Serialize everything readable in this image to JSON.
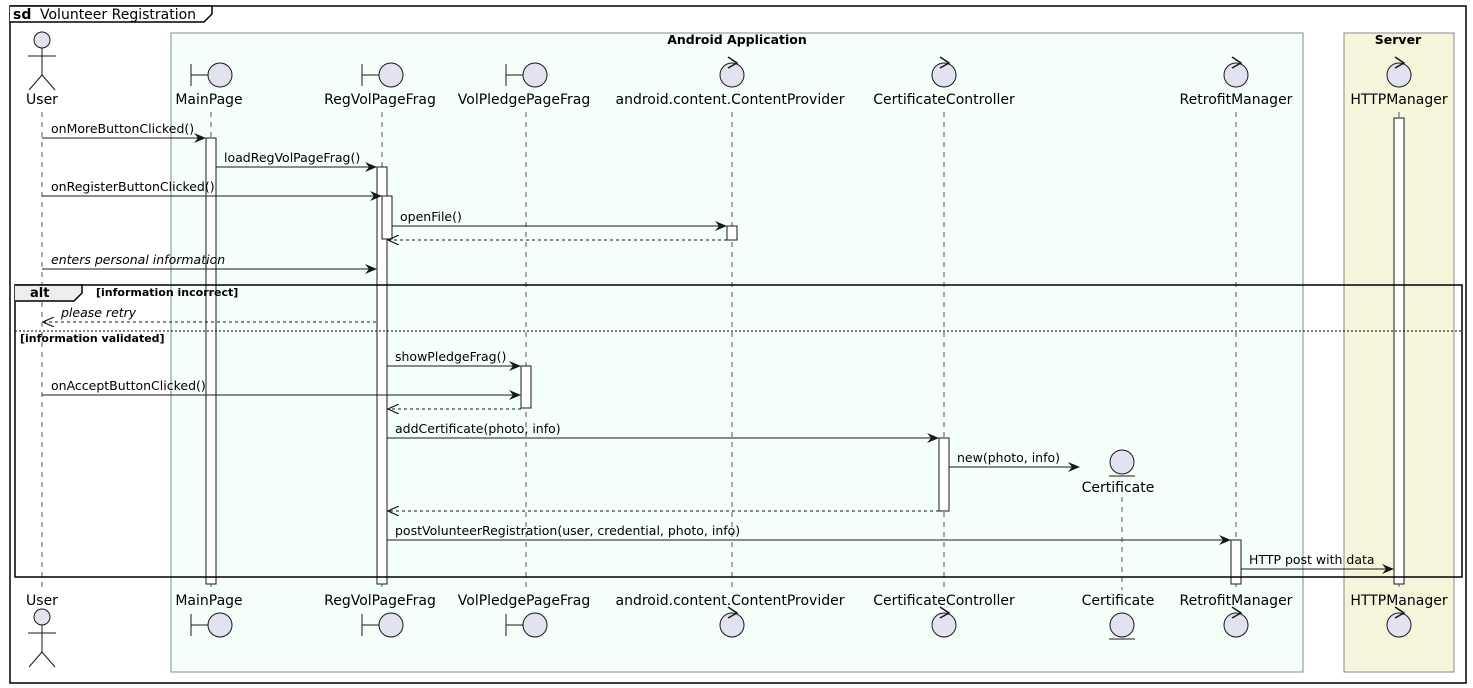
{
  "diagram": {
    "keyword": "sd",
    "title": "Volunteer Registration",
    "boxes": {
      "android": "Android Application",
      "server": "Server"
    },
    "participants": {
      "user": {
        "label": "User",
        "kind": "actor"
      },
      "mainpage": {
        "label": "MainPage",
        "kind": "boundary"
      },
      "regvol": {
        "label": "RegVolPageFrag",
        "kind": "boundary"
      },
      "volpledge": {
        "label": "VolPledgePageFrag",
        "kind": "boundary"
      },
      "provider": {
        "label": "android.content.ContentProvider",
        "kind": "control"
      },
      "certctrl": {
        "label": "CertificateController",
        "kind": "control"
      },
      "certificate": {
        "label": "Certificate",
        "kind": "entity"
      },
      "retrofit": {
        "label": "RetrofitManager",
        "kind": "control"
      },
      "http": {
        "label": "HTTPManager",
        "kind": "control"
      }
    },
    "messages": {
      "m1": "onMoreButtonClicked()",
      "m2": "loadRegVolPageFrag()",
      "m3": "onRegisterButtonClicked()",
      "m4": "openFile()",
      "m5": "enters personal information",
      "m6": "please retry",
      "m7": "showPledgeFrag()",
      "m8": "onAcceptButtonClicked()",
      "m9": "addCertificate(photo, info)",
      "m10": "new(photo, info)",
      "m11": "postVolunteerRegistration(user, credential, photo, info)",
      "m12": "HTTP post with data"
    },
    "alt": {
      "keyword": "alt",
      "guard1": "[information incorrect]",
      "guard2": "[information validated]"
    },
    "colors": {
      "android_box": "#f5fff9",
      "server_box": "#f5f5dc",
      "participant_fill": "#e2e2f0",
      "line": "#181818"
    }
  }
}
